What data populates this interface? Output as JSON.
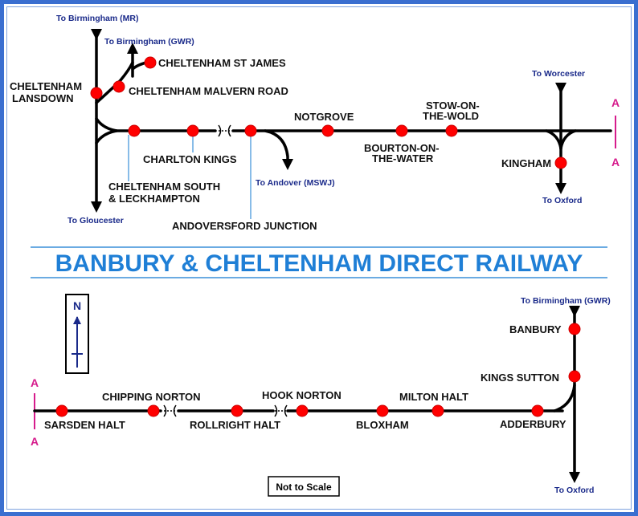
{
  "title": "BANBURY & CHELTENHAM DIRECT RAILWAY",
  "note": "Not to Scale",
  "compass": "N",
  "section_marker": "A",
  "stations": {
    "cheltenham_lansdown": [
      "CHELTENHAM",
      "LANSDOWN"
    ],
    "cheltenham_st_james": "CHELTENHAM ST JAMES",
    "cheltenham_malvern_road": "CHELTENHAM MALVERN ROAD",
    "charlton_kings": "CHARLTON KINGS",
    "cheltenham_south": [
      "CHELTENHAM SOUTH",
      "& LECKHAMPTON"
    ],
    "andoversford_junction": "ANDOVERSFORD JUNCTION",
    "notgrove": "NOTGROVE",
    "bourton": [
      "BOURTON-ON-",
      "THE-WATER"
    ],
    "stow": [
      "STOW-ON-",
      "THE-WOLD"
    ],
    "kingham": "KINGHAM",
    "sarsden_halt": "SARSDEN HALT",
    "chipping_norton": "CHIPPING NORTON",
    "rollright_halt": "ROLLRIGHT HALT",
    "hook_norton": "HOOK NORTON",
    "bloxham": "BLOXHAM",
    "milton_halt": "MILTON HALT",
    "adderbury": "ADDERBURY",
    "kings_sutton": "KINGS SUTTON",
    "banbury": "BANBURY"
  },
  "directions": {
    "to_birmingham_mr": "To Birmingham (MR)",
    "to_birmingham_gwr": "To Birmingham (GWR)",
    "to_gloucester": "To Gloucester",
    "to_andover": "To Andover (MSWJ)",
    "to_worcester": "To Worcester",
    "to_oxford": "To Oxford",
    "to_birmingham_gwr_east": "To Birmingham (GWR)",
    "to_oxford_east": "To Oxford"
  },
  "colors": {
    "track": "#000000",
    "station": "#ff0000",
    "title": "#1f7fd6",
    "section_marker": "#d61c8c",
    "direction_text": "#1a2a8a",
    "frame": "#3a6fd0"
  }
}
